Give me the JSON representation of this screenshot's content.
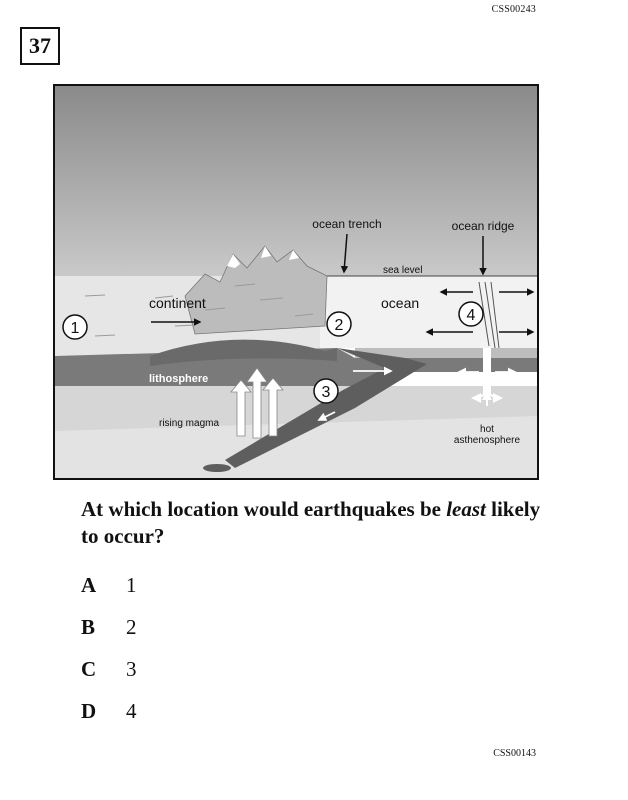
{
  "header": {
    "item_code": "CSS00243"
  },
  "question": {
    "number": "37",
    "text_before": "At which location would earthquakes be ",
    "text_emphasis": "least",
    "text_after": " likely to occur?"
  },
  "figure": {
    "labels": {
      "ocean_trench": "ocean trench",
      "ocean_ridge": "ocean ridge",
      "sea_level": "sea level",
      "continent": "continent",
      "ocean": "ocean",
      "lithosphere": "lithosphere",
      "rising_magma": "rising magma",
      "hot": "hot",
      "asthenosphere": "asthenosphere"
    },
    "markers": [
      "1",
      "2",
      "3",
      "4"
    ]
  },
  "choices": [
    {
      "letter": "A",
      "value": "1"
    },
    {
      "letter": "B",
      "value": "2"
    },
    {
      "letter": "C",
      "value": "3"
    },
    {
      "letter": "D",
      "value": "4"
    }
  ],
  "footer": {
    "item_code": "CSS00143"
  }
}
